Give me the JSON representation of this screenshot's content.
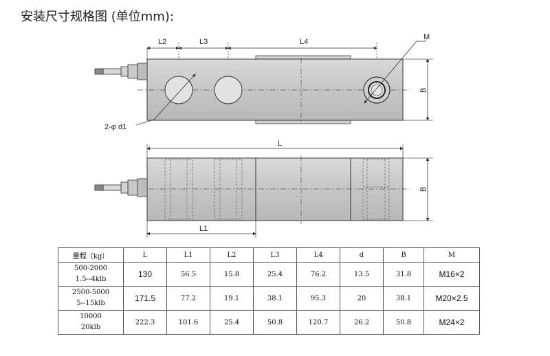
{
  "title": "安装尺寸规格图 (单位mm):",
  "drawing_labels": {
    "l2": "L2",
    "l3": "L3",
    "l4": "L4",
    "m": "M",
    "b_top": "B",
    "hole": "2-φ d1",
    "l": "L",
    "b_bottom": "B",
    "l1": "L1"
  },
  "table": {
    "headers": [
      "量程（kg）",
      "L",
      "L1",
      "L2",
      "L3",
      "L4",
      "d",
      "B",
      "M"
    ],
    "rows": [
      {
        "range_kg": "500-2000",
        "range_klb": "1.5--4klb",
        "L": "130",
        "L1": "56.5",
        "L2": "15.8",
        "L3": "25.4",
        "L4": "76.2",
        "d": "13.5",
        "B": "31.8",
        "M": "M16×2"
      },
      {
        "range_kg": "2500-5000",
        "range_klb": "5--15klb",
        "L": "171.5",
        "L1": "77.2",
        "L2": "19.1",
        "L3": "38.1",
        "L4": "95.3",
        "d": "20",
        "B": "38.1",
        "M": "M20×2.5"
      },
      {
        "range_kg": "10000",
        "range_klb": "20klb",
        "L": "222.3",
        "L1": "101.6",
        "L2": "25.4",
        "L3": "50.8",
        "L4": "120.7",
        "d": "26.2",
        "B": "50.8",
        "M": "M24×2"
      }
    ]
  }
}
